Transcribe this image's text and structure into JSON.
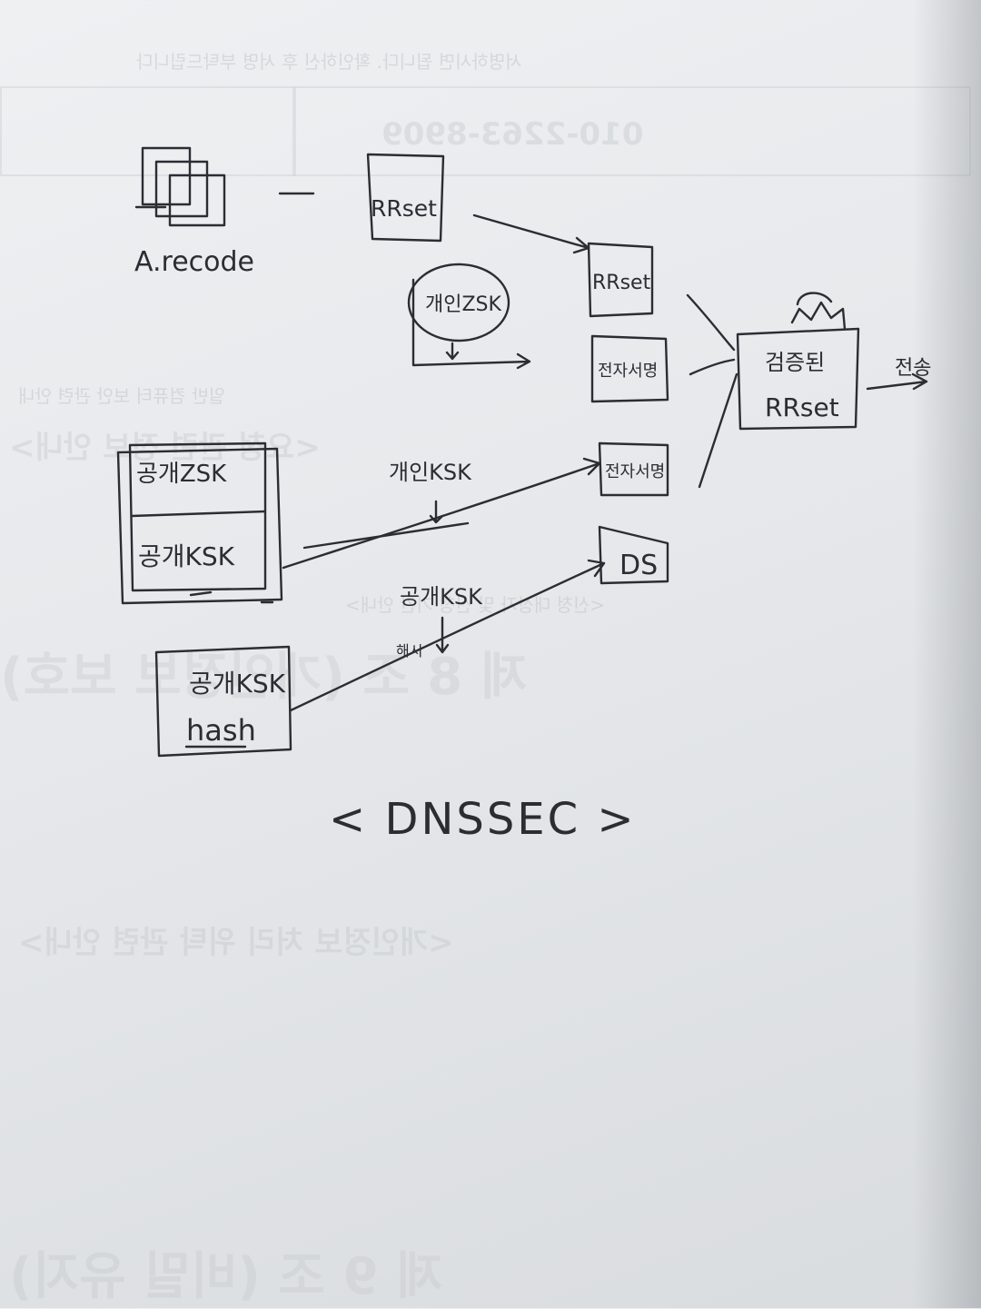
{
  "diagram": {
    "title": "< DNSSEC >",
    "labels": {
      "a_records": "A.recode",
      "rrset_top": "RRset",
      "rrset_mid": "RRset",
      "zsk_private": "개인ZSK",
      "signature_1": "전자서명",
      "public_zsk": "공개ZSK",
      "public_ksk": "공개KSK",
      "private_ksk": "개인KSK",
      "signature_2": "전자서명",
      "ds": "DS",
      "public_ksk_hash": "공개KSK",
      "hash_mark": "해시",
      "hash_box_line1": "공개KSK",
      "hash_box_line2": "hash",
      "verified_rrset_line1": "검증된",
      "verified_rrset_line2": "RRset",
      "send": "전송"
    }
  },
  "background_bleed": {
    "header_text": "서명하시면 됩니다. 확인하신 후 서명 부탁드립니다",
    "phone": "010-2263-8909",
    "lines": [
      "일반 컴퓨터 보안 관련 안내",
      "<요청 관련 정보 안내>",
      "<신청 대상자 및 신청 기간 안내>",
      "제 8 조 (개인정보 보호)",
      "<개인정보 처리 위탁 관련 안내>",
      "제 9 조 (비밀 유지)"
    ]
  }
}
